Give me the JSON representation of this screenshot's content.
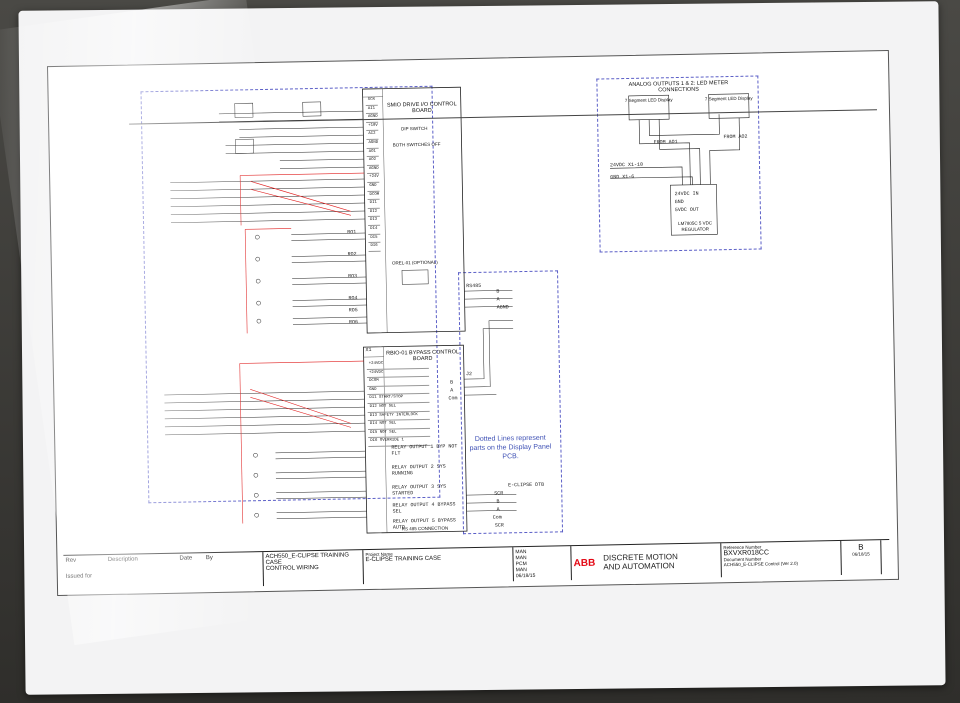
{
  "drawing": {
    "board1_title": "SMIO DRIVE I/O CONTROL BOARD",
    "board1_terminals": [
      "SCR",
      "AI1",
      "AGND",
      "+10V",
      "AI2",
      "AGND",
      "AO1",
      "AO2",
      "AGND",
      "+24V",
      "GND",
      "DCOM",
      "DI1",
      "DI2",
      "DI3",
      "DI4",
      "DI5",
      "DI6"
    ],
    "relay_labels": [
      "RO1",
      "RO2",
      "RO3",
      "RO4",
      "RO5",
      "RO6"
    ],
    "dip_switch_label": "DIP SWITCH",
    "dip_switch_note": "BOTH SWITCHES OFF",
    "option_label": "OREL-01 (OPTIONAL)",
    "board2_title": "RBIO-01 BYPASS CONTROL BOARD",
    "board2_header": "X1",
    "board2_terminals": [
      "+24VDC",
      "+24VDC",
      "DCOM",
      "GND",
      "DI1 START/STOP",
      "DI2 NOT SEL",
      "DI3 SAFETY INTERLOCK",
      "DI4 NOT SEL",
      "DI5 NOT SEL",
      "DI6 OVERRIDE 1"
    ],
    "board2_relays": [
      "RELAY OUTPUT 1 BYP NOT FLT",
      "RELAY OUTPUT 2 SYS RUNNING",
      "RELAY OUTPUT 3 SYS STARTED",
      "RELAY OUTPUT 4 BYPASS SEL",
      "RELAY OUTPUT 5 BYPASS AUTO"
    ],
    "rs485_label": "RS485",
    "comm_labels": [
      "B",
      "A",
      "AGND"
    ],
    "comm2_labels": [
      "B",
      "A",
      "Com"
    ],
    "j2_label": "J2",
    "rs485_conn_label": "RS 485 CONNECTION",
    "eclipse_label": "E-CLIPSE DTB",
    "eclipse_terms": [
      "SCR",
      "B",
      "A",
      "Com",
      "SCR"
    ],
    "display_note": "Dotted Lines represent parts on the Display Panel PCB.",
    "analog_title": "ANALOG OUTPUTS 1 & 2: LED METER CONNECTIONS",
    "led_left": "7 Segment LED Display",
    "led_right": "7 Segment LED Display",
    "from_ao1": "FROM AO1",
    "from_ao2": "FROM AO2",
    "supply_pos": "24VDC X1-10",
    "supply_neg": "GND X1-6",
    "regulator": "LM7805C 5 VDC REGULATOR",
    "reg_pins": [
      "24VDC IN",
      "GND",
      "5VDC OUT"
    ]
  },
  "title_block": {
    "description_label": "Description",
    "date_label": "Date",
    "by_label": "By",
    "rev_label": "Rev",
    "issued_label": "Issued for",
    "desc_line1": "ACH550_E-CLIPSE TRAINING CASE",
    "desc_line2": "CONTROL WIRING",
    "project_label": "Project Name",
    "project": "E-CLIPSE TRAINING CASE",
    "drawn": "MAN",
    "check": "MAN",
    "pcm": "PCM",
    "design": "MAN",
    "date": "06/18/15",
    "brand": "ABB",
    "company_line1": "DISCRETE MOTION",
    "company_line2": "AND AUTOMATION",
    "reference_label": "Reference Number",
    "reference": "BXVXR018CC",
    "document_label": "Document Number",
    "document": "ACH550_E-CLIPSE Control (Ver 2.0)",
    "sheet_rev": "B",
    "sheet_date": "06/18/15"
  },
  "colors": {
    "wire_red": "#e02020",
    "dotted_blue": "#5b5fc7",
    "note_blue": "#3f51b5",
    "abb_red": "#e30613"
  }
}
